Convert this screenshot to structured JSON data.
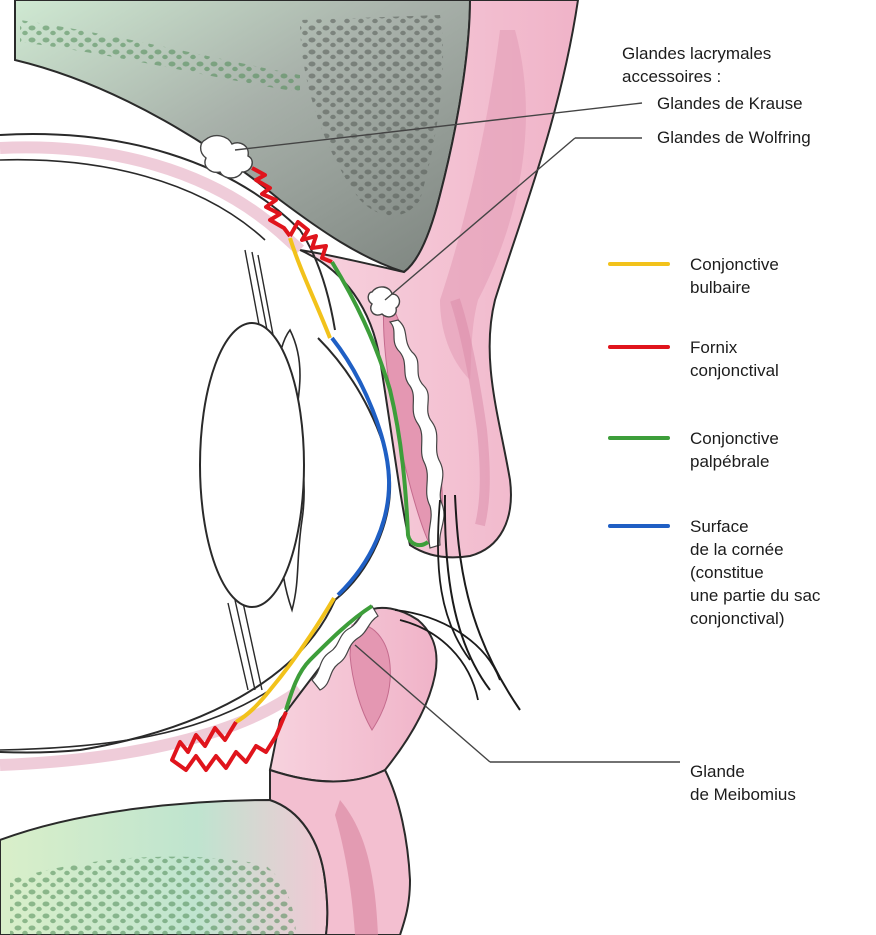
{
  "header_label": "Glandes lacrymales\naccessoires :",
  "callouts": {
    "krause": "Glandes de Krause",
    "wolfring": "Glandes de Wolfring",
    "meibomius": "Glande\nde Meibomius"
  },
  "legend": [
    {
      "label": "Conjonctive\nbulbaire",
      "color": "#f2c21b"
    },
    {
      "label": "Fornix\nconjonctival",
      "color": "#e0141c"
    },
    {
      "label": "Conjonctive\npalpébrale",
      "color": "#3d9e3a"
    },
    {
      "label": "Surface\nde la cornée\n(constitue\nune partie du sac\nconjonctival)",
      "color": "#1f5fc4"
    }
  ],
  "colors": {
    "skin": "#f4c4d4",
    "tarsus": "#e58fae",
    "bone": "#9aa29a",
    "bone_dark": "#6b726c",
    "muscle_green": "#c9e8c7",
    "outline": "#222222"
  }
}
